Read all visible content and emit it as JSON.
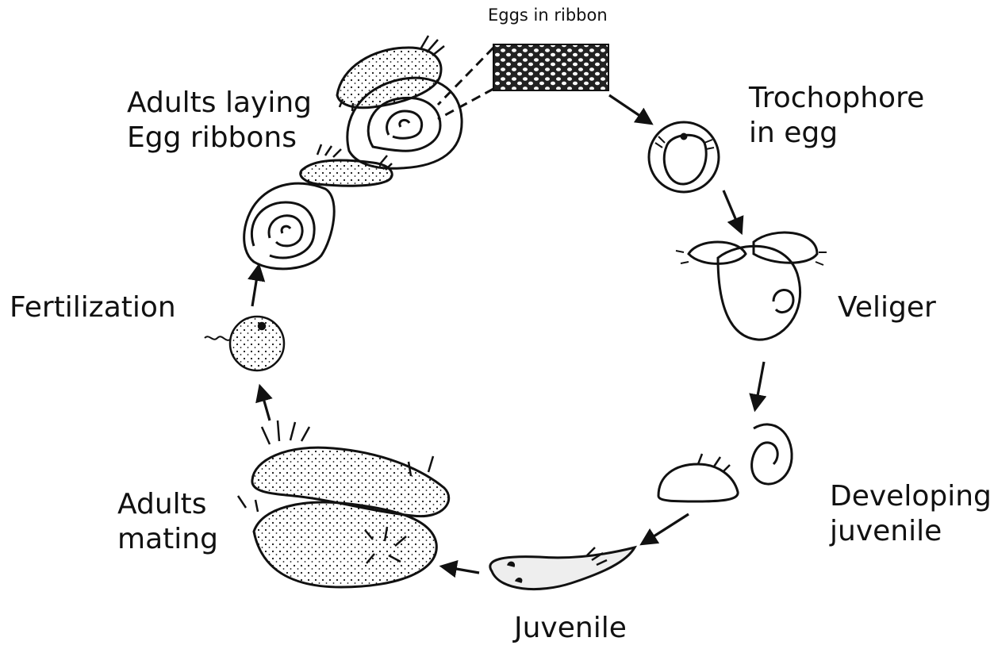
{
  "stages": {
    "eggs_in_ribbon": "Eggs in ribbon",
    "trochophore": [
      "Trochophore",
      "in egg"
    ],
    "veliger": "Veliger",
    "developing_juvenile": [
      "Developing",
      "juvenile"
    ],
    "juvenile": "Juvenile",
    "adults_mating": [
      "Adults",
      "mating"
    ],
    "fertilization": "Fertilization",
    "adults_laying": [
      "Adults laying",
      "Egg ribbons"
    ]
  },
  "colors": {
    "ink": "#111111",
    "background": "#ffffff",
    "shade": "#eeeeee"
  }
}
